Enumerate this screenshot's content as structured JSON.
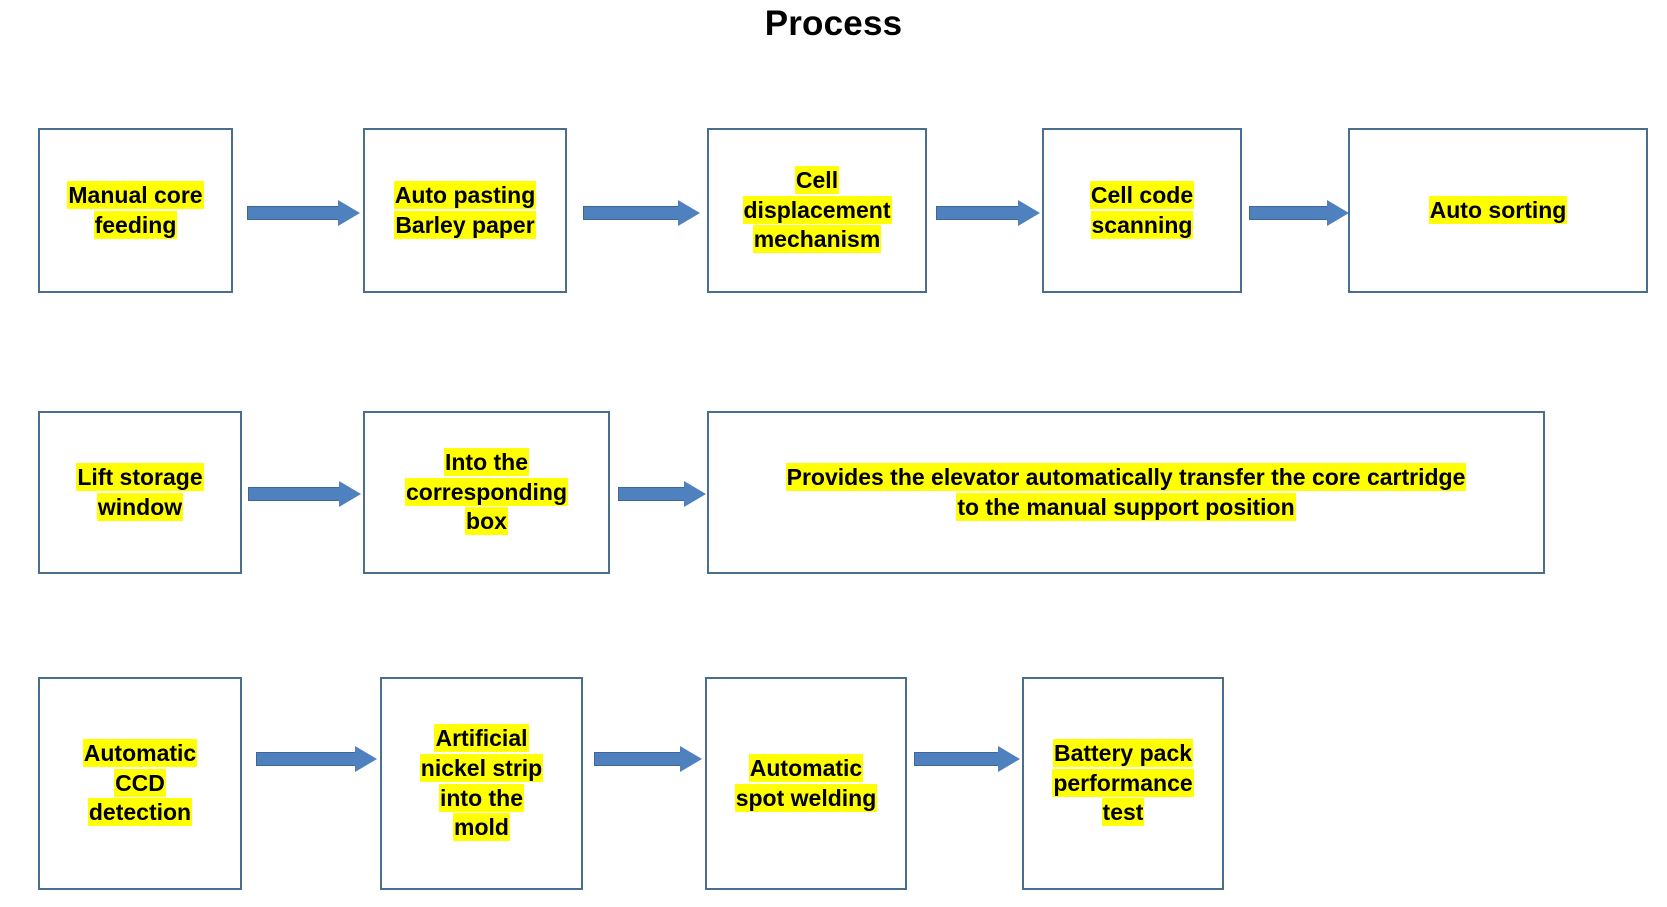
{
  "title": "Process",
  "colors": {
    "box_border": "#4a6f8e",
    "highlight": "#ffff00",
    "arrow_fill": "#4e81bd",
    "arrow_outline": "#3d6795",
    "text": "#000000",
    "background": "#ffffff"
  },
  "diagram": {
    "type": "flowchart",
    "orientation": "left-to-right, three rows",
    "rows": [
      {
        "row_index": 1,
        "nodes": [
          {
            "id": "n1",
            "label": "Manual core feeding",
            "lines": [
              "Manual core",
              "feeding"
            ]
          },
          {
            "id": "n2",
            "label": "Auto pasting Barley paper",
            "lines": [
              "Auto pasting",
              "Barley paper"
            ]
          },
          {
            "id": "n3",
            "label": "Cell displacement mechanism",
            "lines": [
              "Cell",
              "displacement",
              "mechanism"
            ]
          },
          {
            "id": "n4",
            "label": "Cell code scanning",
            "lines": [
              "Cell code",
              "scanning"
            ]
          },
          {
            "id": "n5",
            "label": "Auto sorting",
            "lines": [
              "Auto sorting"
            ]
          }
        ],
        "arrow_count": 4
      },
      {
        "row_index": 2,
        "nodes": [
          {
            "id": "n6",
            "label": "Lift storage window",
            "lines": [
              "Lift storage",
              "window"
            ]
          },
          {
            "id": "n7",
            "label": "Into the corresponding box",
            "lines": [
              "Into the",
              "corresponding",
              "box"
            ]
          },
          {
            "id": "n8",
            "label": "Provides the elevator automatically transfer the core cartridge to the manual support position",
            "lines": [
              "Provides the elevator automatically transfer the core cartridge",
              "to the manual support position"
            ]
          }
        ],
        "arrow_count": 2
      },
      {
        "row_index": 3,
        "nodes": [
          {
            "id": "n9",
            "label": "Automatic CCD detection",
            "lines": [
              "Automatic",
              "CCD",
              "detection"
            ]
          },
          {
            "id": "n10",
            "label": "Artificial nickel strip into the mold",
            "lines": [
              "Artificial",
              "nickel strip",
              "into the",
              "mold"
            ]
          },
          {
            "id": "n11",
            "label": "Automatic spot welding",
            "lines": [
              "Automatic",
              "spot welding"
            ]
          },
          {
            "id": "n12",
            "label": "Battery pack performance test",
            "lines": [
              "Battery pack",
              "performance",
              "test"
            ]
          }
        ],
        "arrow_count": 3
      }
    ]
  }
}
